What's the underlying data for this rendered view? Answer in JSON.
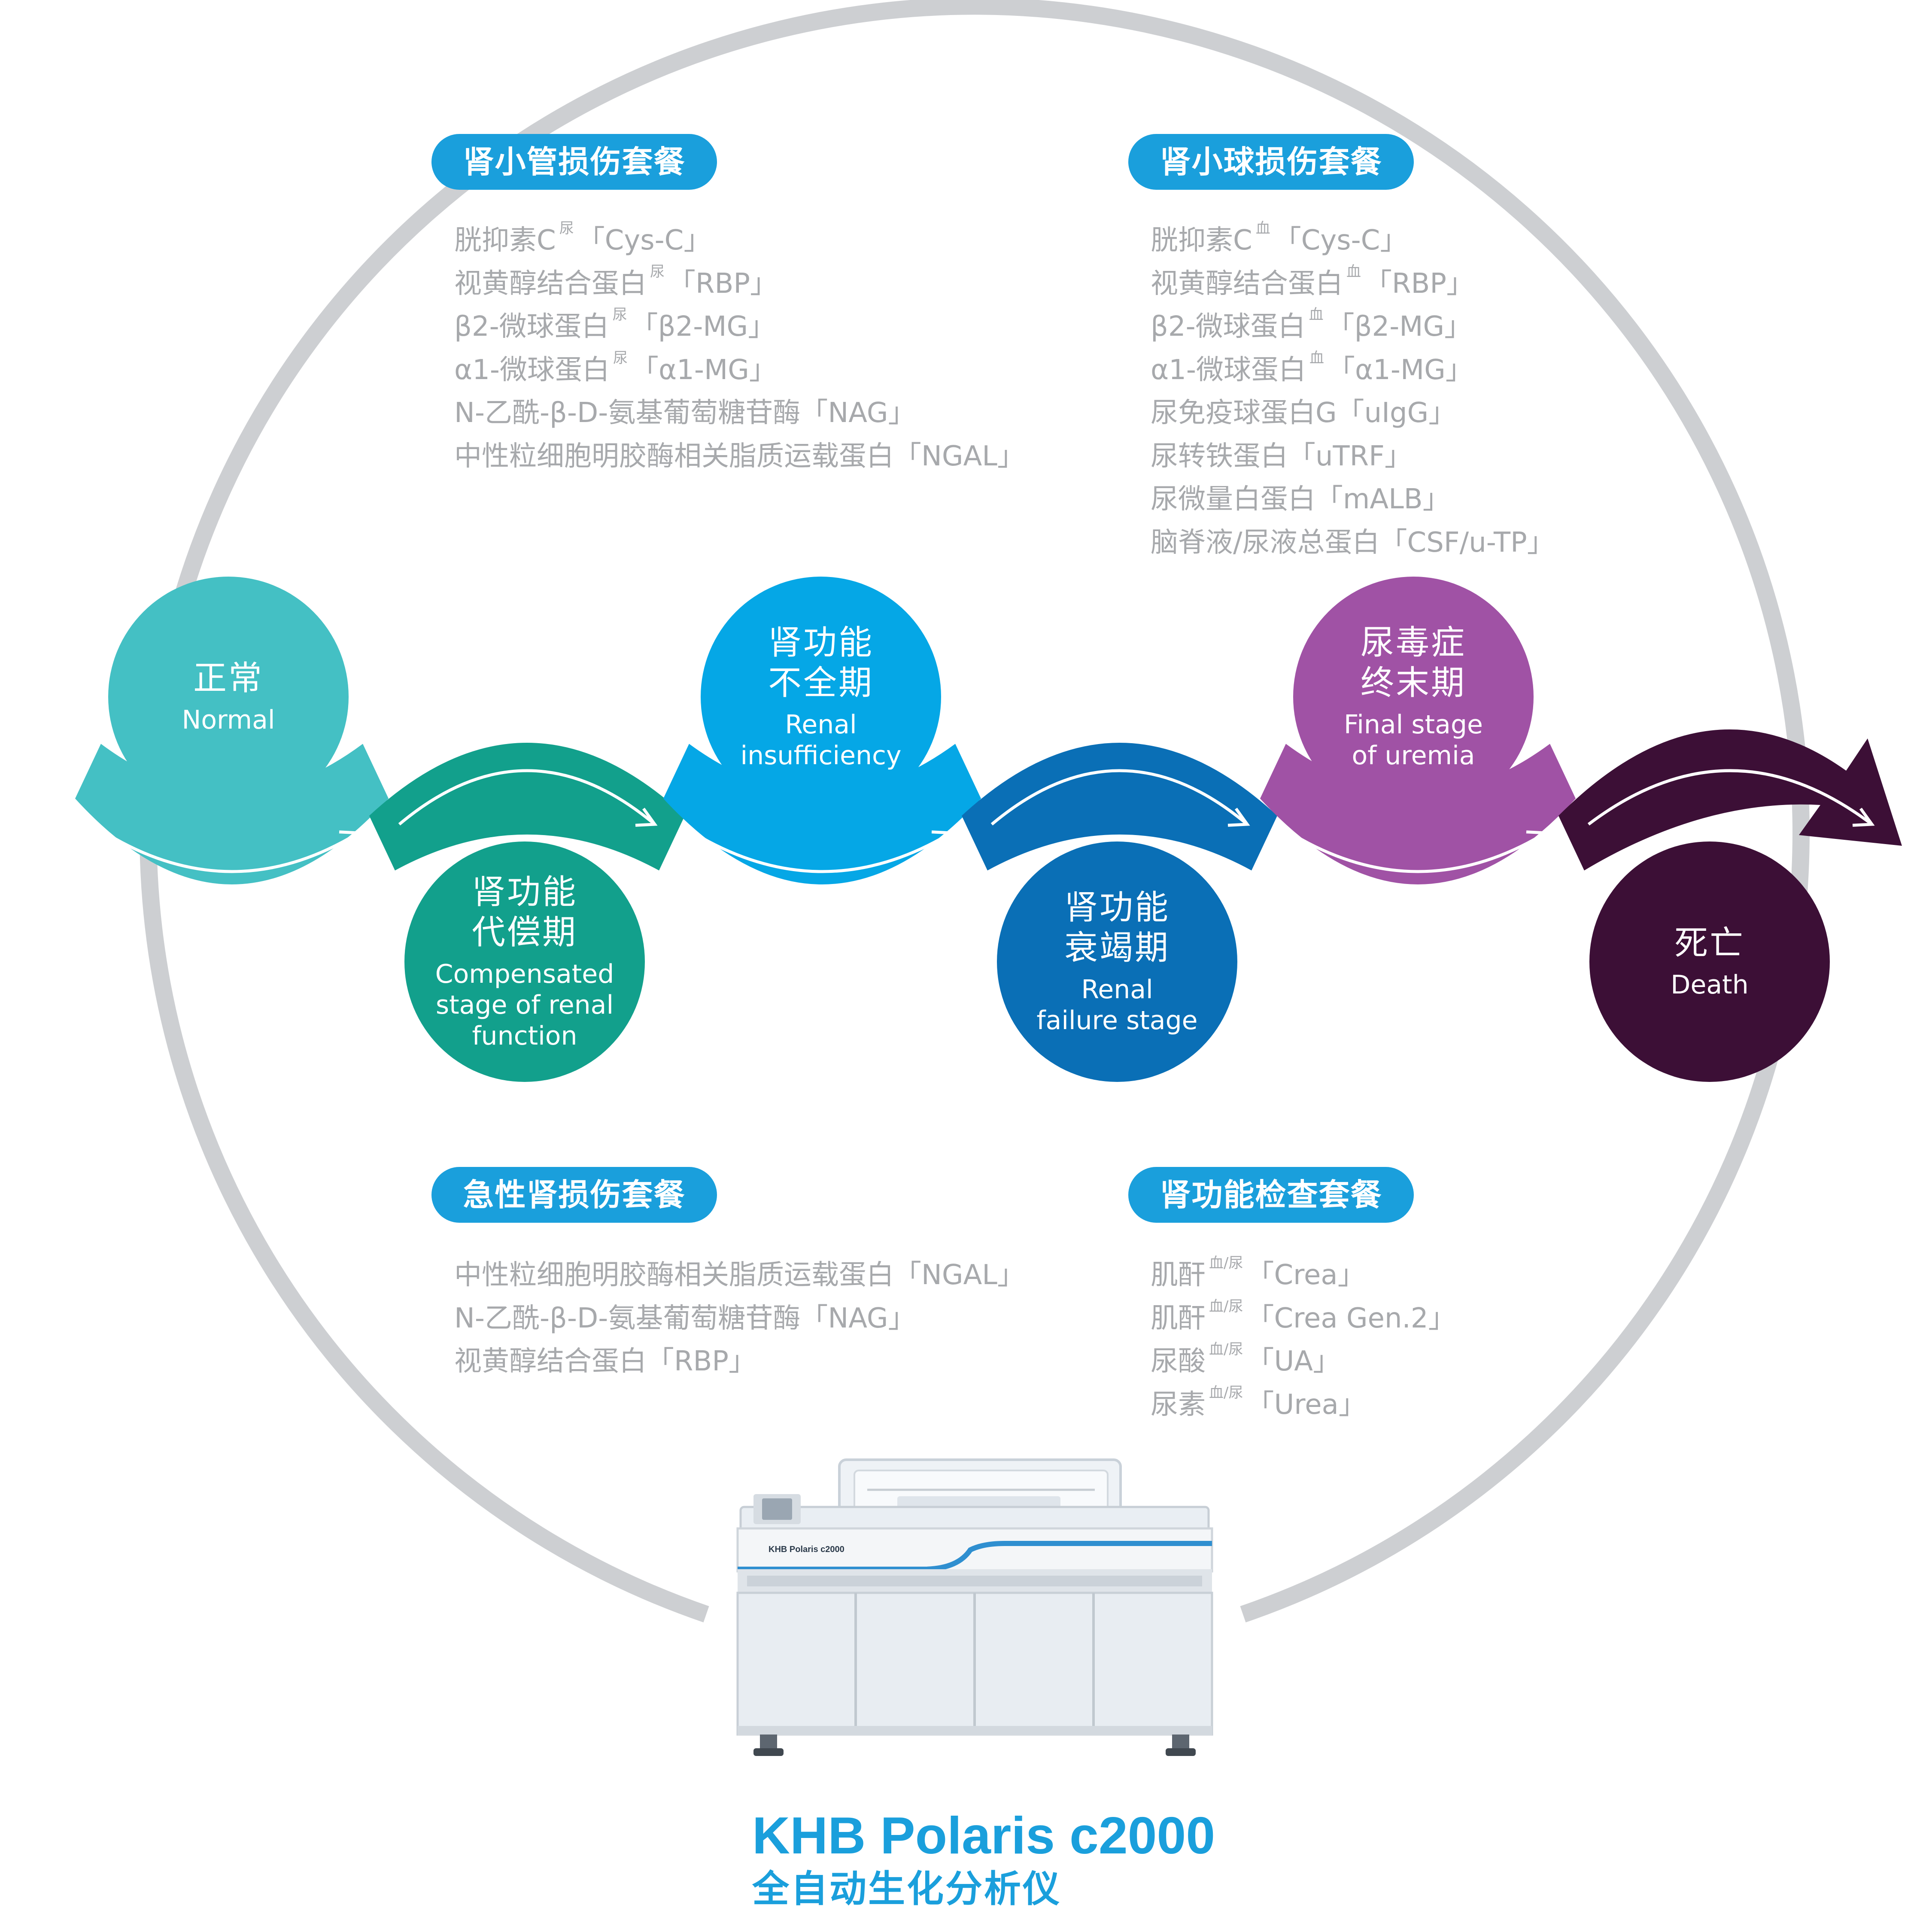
{
  "colors": {
    "ring": "#cdcfd2",
    "pill": "#1a9fdc",
    "list_text": "#a7a9ac",
    "normal": "#44c0c4",
    "compensated": "#12a08c",
    "insufficiency": "#05a7e6",
    "failure": "#0a6fb6",
    "uremia": "#a052a5",
    "death": "#3c0f36"
  },
  "panels": {
    "tubular": {
      "title": "肾小管损伤套餐",
      "items": [
        {
          "name": "胱抑素C",
          "sup": "尿",
          "code": "「Cys-C」"
        },
        {
          "name": "视黄醇结合蛋白",
          "sup": "尿",
          "code": "「RBP」"
        },
        {
          "name": "β2-微球蛋白",
          "sup": "尿",
          "code": "「β2-MG」"
        },
        {
          "name": "α1-微球蛋白",
          "sup": "尿",
          "code": "「α1-MG」"
        },
        {
          "name": "N-乙酰-β-D-氨基葡萄糖苷酶",
          "sup": "",
          "code": "「NAG」"
        },
        {
          "name": "中性粒细胞明胶酶相关脂质运载蛋白",
          "sup": "",
          "code": "「NGAL」"
        }
      ]
    },
    "glomerular": {
      "title": "肾小球损伤套餐",
      "items": [
        {
          "name": "胱抑素C",
          "sup": "血",
          "code": "「Cys-C」"
        },
        {
          "name": "视黄醇结合蛋白",
          "sup": "血",
          "code": "「RBP」"
        },
        {
          "name": "β2-微球蛋白",
          "sup": "血",
          "code": "「β2-MG」"
        },
        {
          "name": "α1-微球蛋白",
          "sup": "血",
          "code": "「α1-MG」"
        },
        {
          "name": "尿免疫球蛋白G",
          "sup": "",
          "code": "「uIgG」"
        },
        {
          "name": "尿转铁蛋白",
          "sup": "",
          "code": "「uTRF」"
        },
        {
          "name": "尿微量白蛋白",
          "sup": "",
          "code": "「mALB」"
        },
        {
          "name": "脑脊液/尿液总蛋白",
          "sup": "",
          "code": "「CSF/u-TP」"
        }
      ]
    },
    "acute": {
      "title": "急性肾损伤套餐",
      "items": [
        {
          "name": "中性粒细胞明胶酶相关脂质运载蛋白",
          "sup": "",
          "code": "「NGAL」"
        },
        {
          "name": "N-乙酰-β-D-氨基葡萄糖苷酶",
          "sup": "",
          "code": "「NAG」"
        },
        {
          "name": "视黄醇结合蛋白",
          "sup": "",
          "code": "「RBP」"
        }
      ]
    },
    "function": {
      "title": "肾功能检查套餐",
      "items": [
        {
          "name": "肌酐",
          "sup": "血/尿",
          "code": "「Crea」"
        },
        {
          "name": "肌酐",
          "sup": "血/尿",
          "code": "「Crea Gen.2」"
        },
        {
          "name": "尿酸",
          "sup": "血/尿",
          "code": "「UA」"
        },
        {
          "name": "尿素",
          "sup": "血/尿",
          "code": "「Urea」"
        }
      ]
    }
  },
  "stages": [
    {
      "key": "normal",
      "zh": [
        "正常"
      ],
      "en": [
        "Normal"
      ]
    },
    {
      "key": "compensated",
      "zh": [
        "肾功能",
        "代偿期"
      ],
      "en": [
        "Compensated",
        "stage of renal",
        "function"
      ]
    },
    {
      "key": "insufficiency",
      "zh": [
        "肾功能",
        "不全期"
      ],
      "en": [
        "Renal",
        "insufficiency"
      ]
    },
    {
      "key": "failure",
      "zh": [
        "肾功能",
        "衰竭期"
      ],
      "en": [
        "Renal",
        "failure stage"
      ]
    },
    {
      "key": "uremia",
      "zh": [
        "尿毒症",
        "终末期"
      ],
      "en": [
        "Final stage",
        "of uremia"
      ]
    },
    {
      "key": "death",
      "zh": [
        "死亡"
      ],
      "en": [
        "Death"
      ]
    }
  ],
  "instrument": {
    "badge": "KHB Polaris c2000"
  },
  "product": {
    "name": "KHB Polaris c2000",
    "subtitle": "全自动生化分析仪"
  }
}
